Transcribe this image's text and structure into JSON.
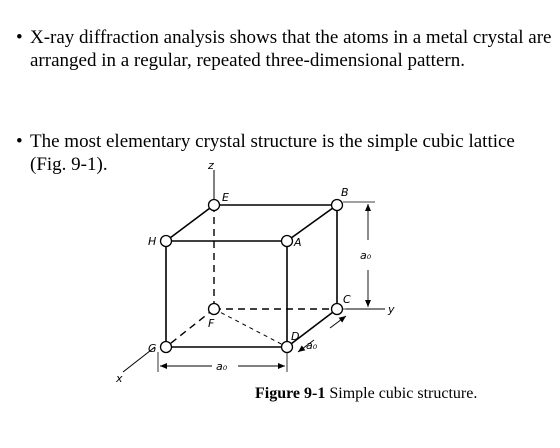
{
  "bullets": [
    {
      "symbol": "•",
      "text": "X-ray diffraction analysis shows that the atoms in a metal crystal are arranged in a regular, repeated three-dimensional pattern."
    },
    {
      "symbol": "•",
      "text": "The most elementary crystal structure is the simple cubic lattice (Fig. 9-1)."
    }
  ],
  "figure": {
    "caption_bold": "Figure 9-1",
    "caption_text": " Simple cubic structure.",
    "vertex_labels": {
      "E": "E",
      "B": "B",
      "H": "H",
      "A": "A",
      "C": "C",
      "F": "F",
      "G": "G",
      "D": "D"
    },
    "axis_labels": {
      "z": "z",
      "y": "y",
      "x": "x"
    },
    "dimension_labels": {
      "vertical": "a₀",
      "bottom": "a₀",
      "depth": "a₀"
    }
  }
}
